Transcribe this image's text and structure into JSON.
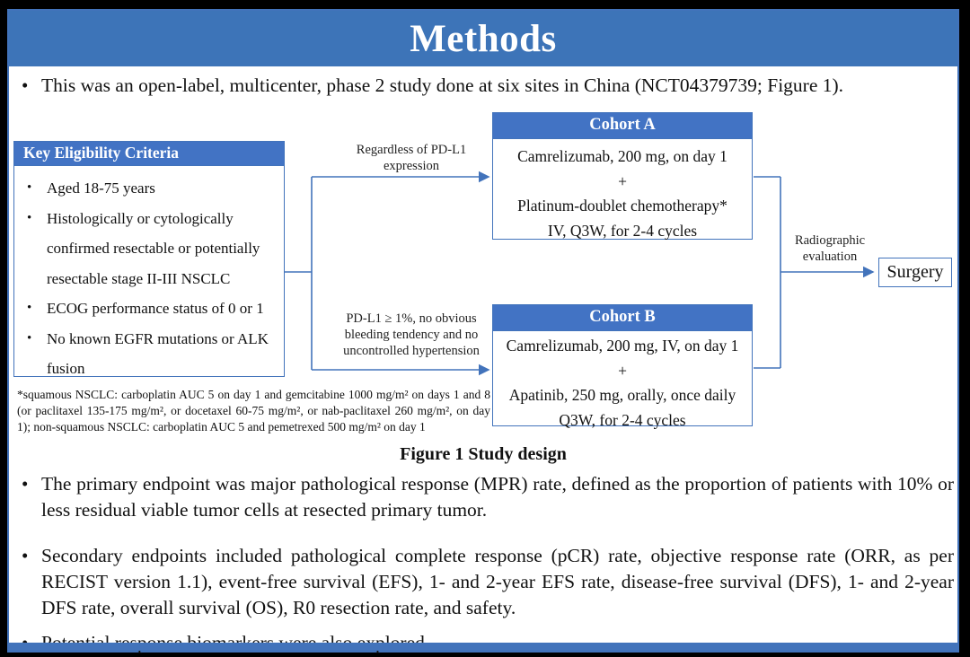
{
  "title": "Methods",
  "intro_bullet": "This was an open-label, multicenter, phase 2 study done at six sites in China (NCT04379739; Figure 1).",
  "figure": {
    "eligibility": {
      "header": "Key  Eligibility Criteria",
      "items": [
        "Aged 18-75 years",
        "Histologically or cytologically confirmed resectable or potentially resectable stage II-III NSCLC",
        "ECOG performance status of 0 or 1",
        "No known EGFR mutations or ALK fusion"
      ]
    },
    "branch_label_a": "Regardless of PD-L1 expression",
    "branch_label_b": "PD-L1 ≥ 1%, no obvious bleeding tendency and no uncontrolled hypertension",
    "cohort_a": {
      "header": "Cohort A",
      "lines": [
        "Camrelizumab, 200 mg, on day 1",
        "+",
        "Platinum-doublet chemotherapy*",
        "IV, Q3W, for 2-4 cycles"
      ]
    },
    "cohort_b": {
      "header": "Cohort B",
      "lines": [
        "Camrelizumab, 200 mg, IV, on day 1",
        "+",
        "Apatinib, 250 mg, orally, once daily",
        "Q3W, for 2-4 cycles"
      ]
    },
    "evaluation_label": "Radiographic evaluation",
    "surgery_label": "Surgery",
    "footnote": "*squamous NSCLC: carboplatin AUC 5 on day 1 and gemcitabine 1000 mg/m² on days 1 and 8 (or paclitaxel 135-175 mg/m², or docetaxel 60-75 mg/m², or nab-paclitaxel 260 mg/m², on day 1); non-squamous NSCLC: carboplatin AUC 5 and pemetrexed 500 mg/m² on day 1",
    "caption": "Figure 1 Study design"
  },
  "bullets": [
    "The primary endpoint was major pathological response (MPR) rate, defined as the proportion of patients with 10% or less residual viable tumor cells at resected primary tumor.",
    "Secondary endpoints included pathological complete response (pCR) rate, objective response rate (ORR, as per RECIST version 1.1), event-free survival (EFS), 1- and 2-year EFS rate, disease-free survival (DFS), 1- and 2-year DFS rate, overall survival (OS), R0 resection rate, and safety.",
    "Potential response biomarkers were also explored."
  ],
  "colors": {
    "title_bar_blue": "#3d74b8",
    "box_header_blue": "#4273c4",
    "line_blue": "#4273bb"
  },
  "bullet_glyph": "•"
}
